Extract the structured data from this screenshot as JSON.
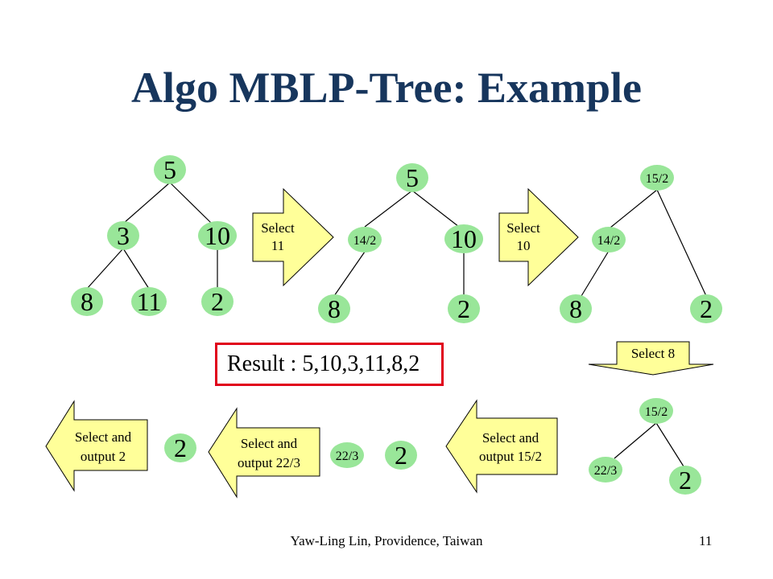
{
  "title": "Algo MBLP-Tree: Example",
  "trees": [
    {
      "name": "tree-1",
      "nodes": [
        {
          "id": "t1n5",
          "label": "5"
        },
        {
          "id": "t1n3",
          "label": "3"
        },
        {
          "id": "t1n10",
          "label": "10"
        },
        {
          "id": "t1n8",
          "label": "8"
        },
        {
          "id": "t1n11",
          "label": "11"
        },
        {
          "id": "t1n2",
          "label": "2"
        }
      ]
    },
    {
      "name": "tree-2",
      "nodes": [
        {
          "id": "t2n5",
          "label": "5"
        },
        {
          "id": "t2n142",
          "label": "14/2"
        },
        {
          "id": "t2n10",
          "label": "10"
        },
        {
          "id": "t2n8",
          "label": "8"
        },
        {
          "id": "t2n2",
          "label": "2"
        }
      ]
    },
    {
      "name": "tree-3",
      "nodes": [
        {
          "id": "t3n152",
          "label": "15/2"
        },
        {
          "id": "t3n142",
          "label": "14/2"
        },
        {
          "id": "t3n8",
          "label": "8"
        },
        {
          "id": "t3n2",
          "label": "2"
        }
      ]
    },
    {
      "name": "tree-4",
      "nodes": [
        {
          "id": "t4n152",
          "label": "15/2"
        },
        {
          "id": "t4n223",
          "label": "22/3"
        },
        {
          "id": "t4n2",
          "label": "2"
        }
      ]
    }
  ],
  "standalone_nodes": {
    "a": "22/3",
    "b": "2",
    "c": "2"
  },
  "arrows": {
    "select11": [
      "Select",
      "11"
    ],
    "select10": [
      "Select",
      "10"
    ],
    "select8": "Select  8",
    "output152": [
      "Select and",
      "output 15/2"
    ],
    "output223": [
      "Select and",
      "output 22/3"
    ],
    "output2": [
      "Select and",
      "output 2"
    ]
  },
  "result": "Result : 5,10,3,11,8,2",
  "footer": "Yaw-Ling Lin, Providence, Taiwan",
  "page_number": "11",
  "colors": {
    "node_fill": "#99e699",
    "arrow_fill": "#ffff99",
    "title": "#17365d",
    "result_border": "#e0001b"
  }
}
